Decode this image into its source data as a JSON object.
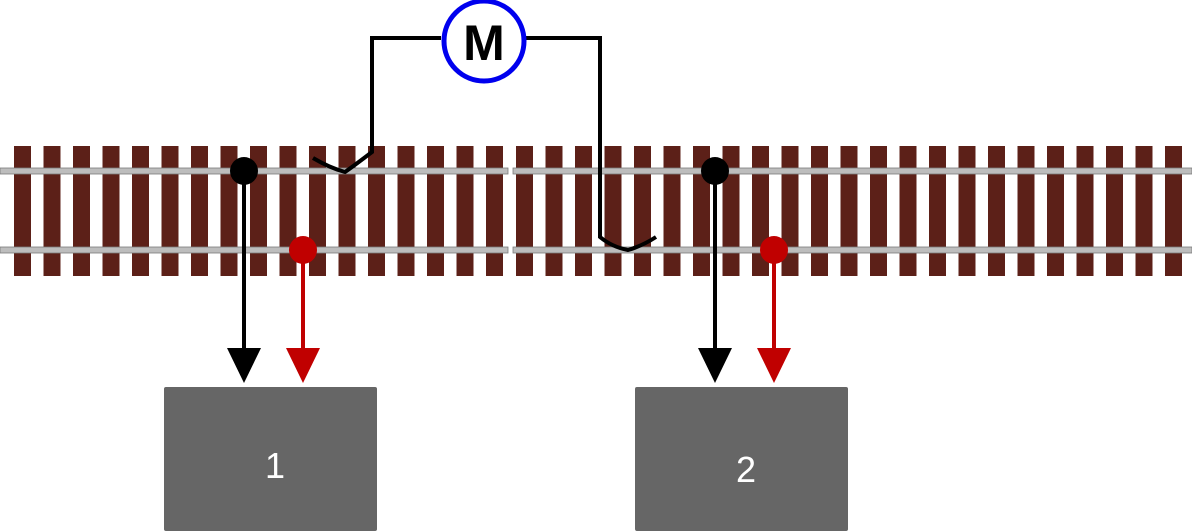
{
  "motor": {
    "label": "M",
    "ring_color": "#0000ee",
    "icon": "motor-symbol"
  },
  "boxes": [
    {
      "label": "1"
    },
    {
      "label": "2"
    }
  ],
  "colors": {
    "sleeper": "#5c2018",
    "rail": "#bdbdbd",
    "wire": "#000000",
    "feed_black": "#000000",
    "feed_red": "#c00000",
    "box_fill": "#666666"
  },
  "track": {
    "sections": 2,
    "rails": 2
  }
}
